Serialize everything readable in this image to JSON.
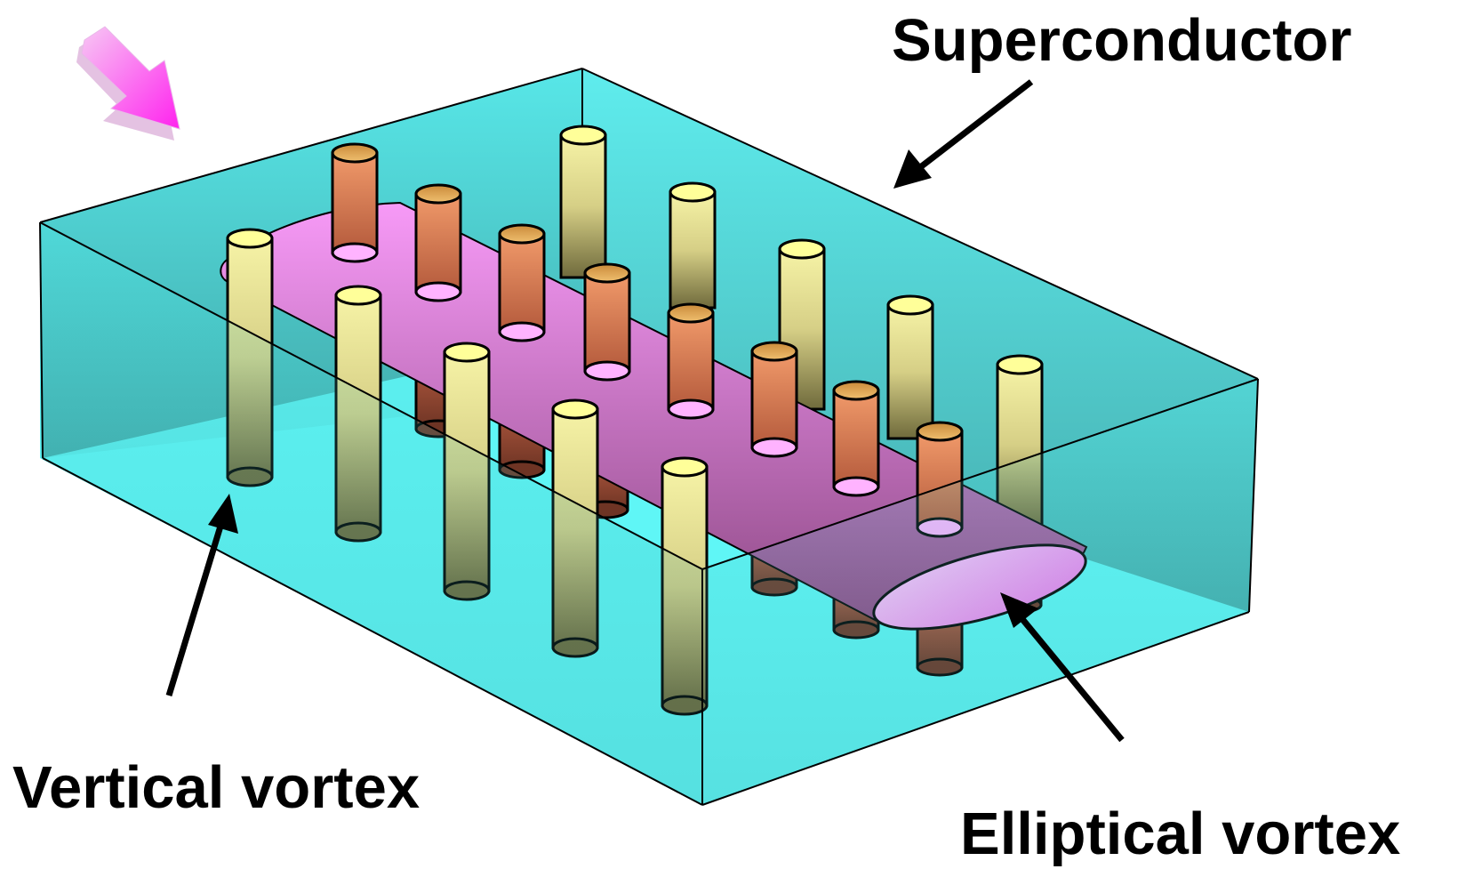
{
  "labels": {
    "superconductor": "Superconductor",
    "vertical_vortex": "Vertical vortex",
    "elliptical_vortex": "Elliptical vortex"
  },
  "colors": {
    "box_front_top": "#52e6e6",
    "box_front_bottom": "#2a7474",
    "box_right_top": "#5ff0f0",
    "box_right_bottom": "#2f7878",
    "box_floor": "#5ff8f8",
    "box_back": "#5ee8ea",
    "vertical_vortex_cap": "#ffff99",
    "vertical_vortex_top": "#f3f0a0",
    "vertical_vortex_bottom": "#6f6a3c",
    "lattice_vortex_cap": "#d9a24a",
    "lattice_vortex_top": "#f19a6a",
    "lattice_vortex_bottom": "#7a3d28",
    "elliptical_vortex_top": "#f495f4",
    "elliptical_vortex_bottom": "#9a4a8c",
    "elliptical_vortex_end": "#ffb0ff",
    "field_arrow": "#ff44ee",
    "pointer_arrow": "#000000"
  },
  "icons": {
    "field_direction": "magnetic-field-arrow-icon",
    "pointer": "pointer-arrow-icon"
  }
}
